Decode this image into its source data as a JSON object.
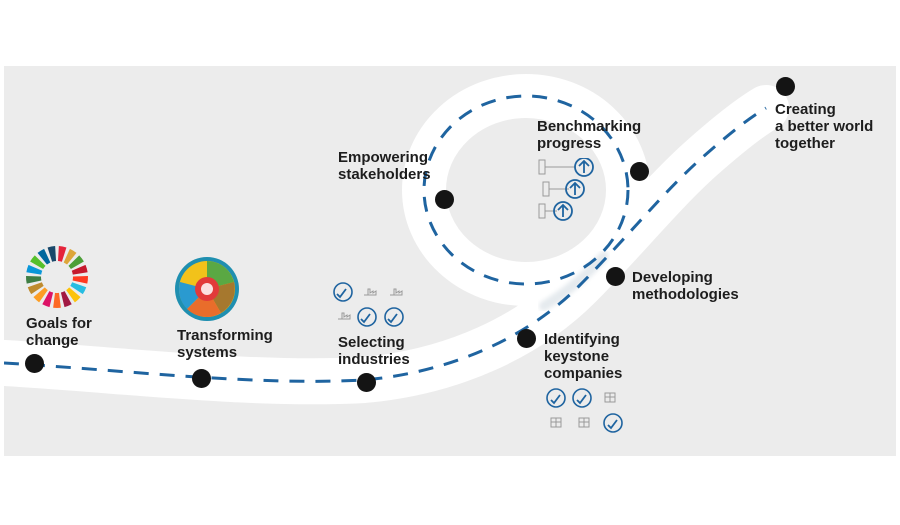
{
  "stages": [
    {
      "id": "goals",
      "lines": [
        "Goals for",
        "change"
      ]
    },
    {
      "id": "transforming",
      "lines": [
        "Transforming",
        "systems"
      ]
    },
    {
      "id": "selecting",
      "lines": [
        "Selecting",
        "industries"
      ]
    },
    {
      "id": "identifying",
      "lines": [
        "Identifying",
        "keystone",
        "companies"
      ]
    },
    {
      "id": "developing",
      "lines": [
        "Developing",
        "methodologies"
      ]
    },
    {
      "id": "empowering",
      "lines": [
        "Empowering",
        "stakeholders"
      ]
    },
    {
      "id": "benchmarking",
      "lines": [
        "Benchmarking",
        "progress"
      ]
    },
    {
      "id": "creating",
      "lines": [
        "Creating",
        "a better world",
        "together"
      ]
    }
  ],
  "colors": {
    "panel": "#ececec",
    "road": "#ffffff",
    "dash": "#1f64a0",
    "dot": "#141414",
    "text": "#1d1d1d",
    "sdg": [
      "#e5243b",
      "#dda63a",
      "#4c9f38",
      "#c5192d",
      "#ff3a21",
      "#26bde2",
      "#fcc30b",
      "#a21942",
      "#fd6925",
      "#dd1367",
      "#fd9d24",
      "#bf8b2e",
      "#3f7e44",
      "#0a97d9",
      "#56c02b",
      "#00689d",
      "#19486a"
    ]
  },
  "icons": {
    "goals": "sdg-wheel-icon",
    "transforming": "systems-wheel-icon",
    "selecting": "industry-factory-icons",
    "identifying": "company-building-icons",
    "benchmarking": "progress-arrow-icons"
  }
}
